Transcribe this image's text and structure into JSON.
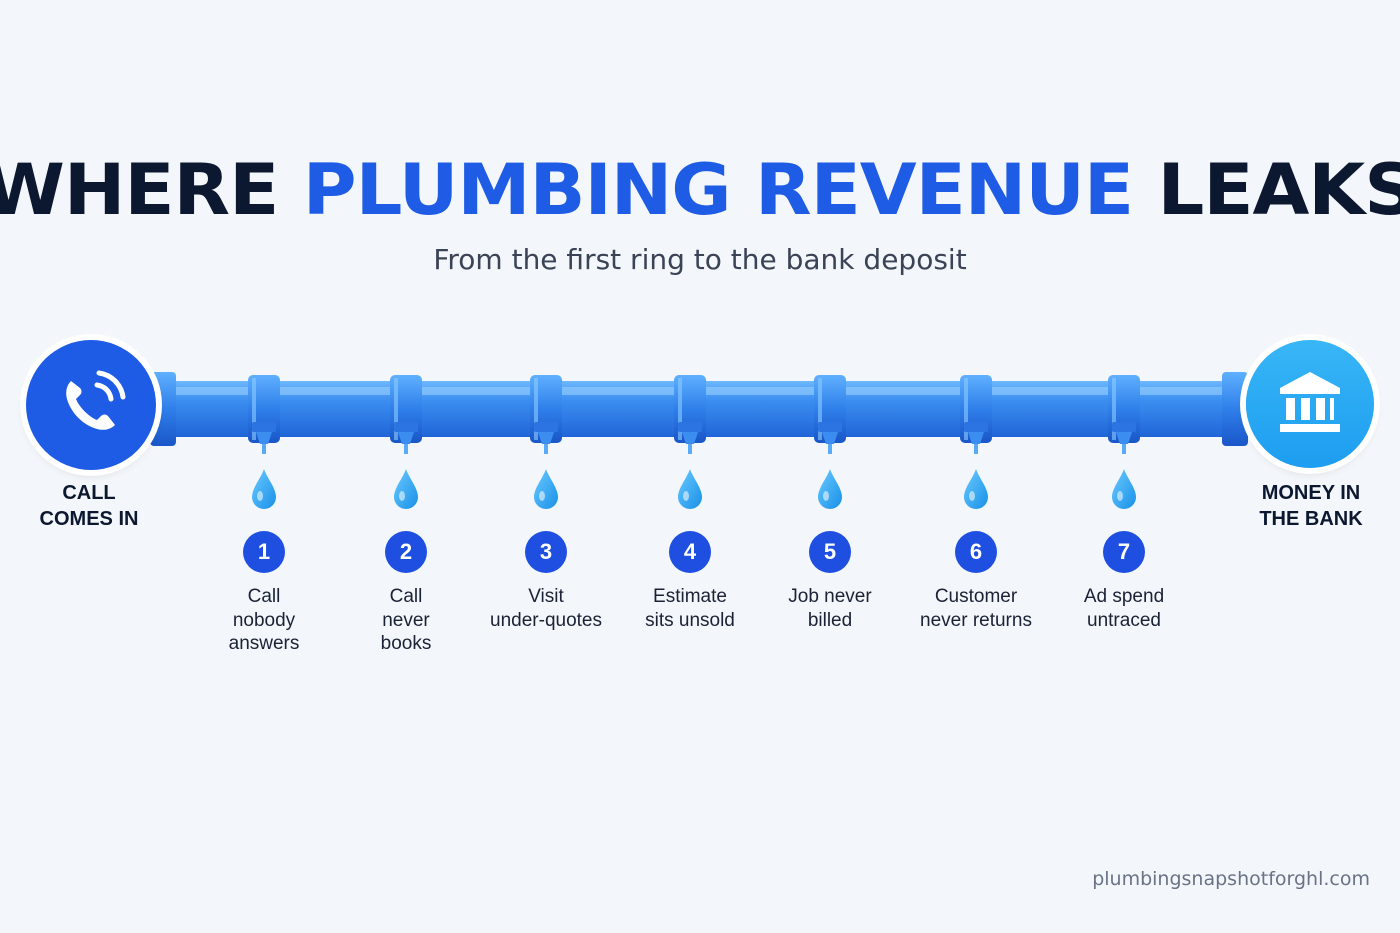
{
  "title": {
    "part1": "WHERE ",
    "highlight": "PLUMBING REVENUE",
    "part2": " LEAKS"
  },
  "subtitle": "From the first ring to the bank deposit",
  "start": {
    "label": "CALL\nCOMES IN",
    "icon": "phone-icon"
  },
  "end": {
    "label": "MONEY IN\nTHE BANK",
    "icon": "bank-icon"
  },
  "leaks": [
    {
      "number": "1",
      "label": "Call\nnobody\nanswers"
    },
    {
      "number": "2",
      "label": "Call\nnever\nbooks"
    },
    {
      "number": "3",
      "label": "Visit\nunder-quotes"
    },
    {
      "number": "4",
      "label": "Estimate\nsits unsold"
    },
    {
      "number": "5",
      "label": "Job never\nbilled"
    },
    {
      "number": "6",
      "label": "Customer\nnever returns"
    },
    {
      "number": "7",
      "label": "Ad spend\nuntraced"
    }
  ],
  "footer": "plumbingsnapshotforghl.com",
  "colors": {
    "navy": "#0c1830",
    "accent": "#1e5ce6",
    "pipe": "#3b8ef0",
    "drop": "#2aa7f2",
    "badge": "#1f4fe0",
    "bank": "#2aa7f2"
  }
}
